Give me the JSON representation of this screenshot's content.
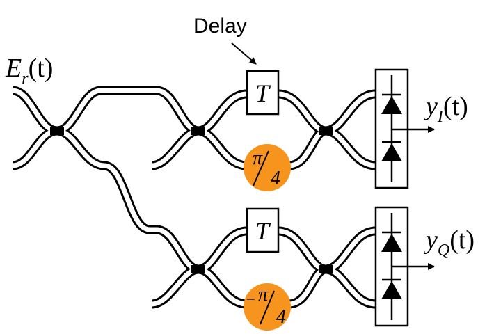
{
  "input_label": {
    "base": "E",
    "sub": "r",
    "arg": "(t)"
  },
  "delay_label": "Delay",
  "delay_symbol": "T",
  "phases": [
    {
      "sign": "",
      "num": "π",
      "den": "4"
    },
    {
      "sign": "−",
      "num": "π",
      "den": "4"
    }
  ],
  "outputs": [
    {
      "base": "y",
      "sub": "I",
      "arg": "(t)"
    },
    {
      "base": "y",
      "sub": "Q",
      "arg": "(t)"
    }
  ],
  "colors": {
    "phase_fill": "#F7941D",
    "line": "#000000",
    "background": "#ffffff"
  }
}
